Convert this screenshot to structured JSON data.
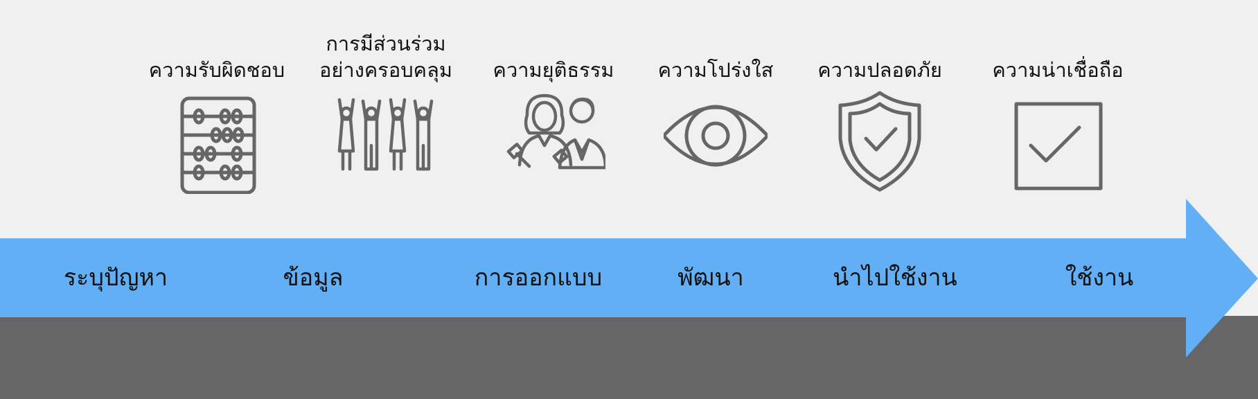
{
  "colors": {
    "background": "#f0f0f0",
    "arrow": "#62aff5",
    "bottom_band": "#666666",
    "icon_stroke": "#666666"
  },
  "principles": [
    {
      "label": "ความรับผิดชอบ",
      "icon": "abacus-icon"
    },
    {
      "label": "การมีส่วนร่วม\nอย่างครอบคลุม",
      "icon": "people-raising-hands-icon"
    },
    {
      "label": "ความยุติธรรม",
      "icon": "judge-people-gavel-icon"
    },
    {
      "label": "ความโปร่งใส",
      "icon": "eye-icon"
    },
    {
      "label": "ความปลอดภัย",
      "icon": "shield-check-icon"
    },
    {
      "label": "ความน่าเชื่อถือ",
      "icon": "checkbox-icon"
    }
  ],
  "stages": [
    "ระบุปัญหา",
    "ข้อมูล",
    "การออกแบบ",
    "พัฒนา",
    "นำไปใช้งาน",
    "ใช้งาน"
  ]
}
